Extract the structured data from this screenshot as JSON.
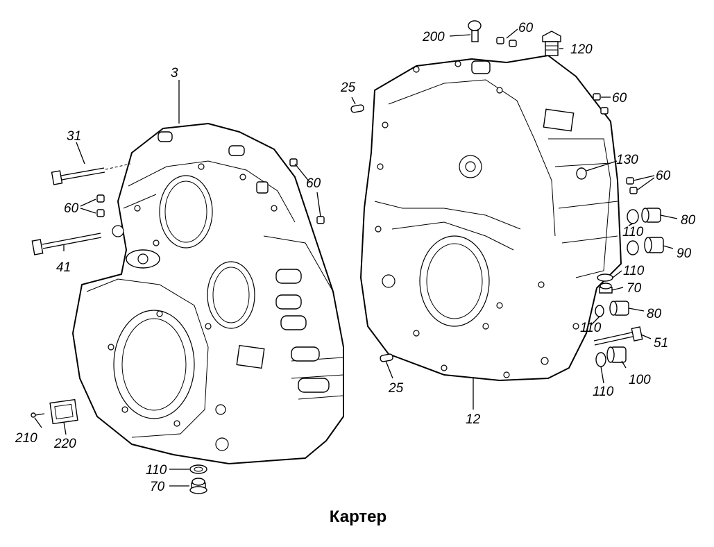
{
  "caption": "Картер",
  "labels": {
    "l3": "3",
    "l31": "31",
    "l60a": "60",
    "l60b": "60",
    "l41": "41",
    "l210": "210",
    "l220": "220",
    "l110a": "110",
    "l70a": "70",
    "l200": "200",
    "l60c": "60",
    "l120": "120",
    "l25a": "25",
    "l60d": "60",
    "l130": "130",
    "l60e": "60",
    "l80a": "80",
    "l110b": "110",
    "l90": "90",
    "l110c": "110",
    "l70b": "70",
    "l80b": "80",
    "l110d": "110",
    "l51": "51",
    "l100": "100",
    "l110e": "110",
    "l25b": "25",
    "l12": "12"
  }
}
